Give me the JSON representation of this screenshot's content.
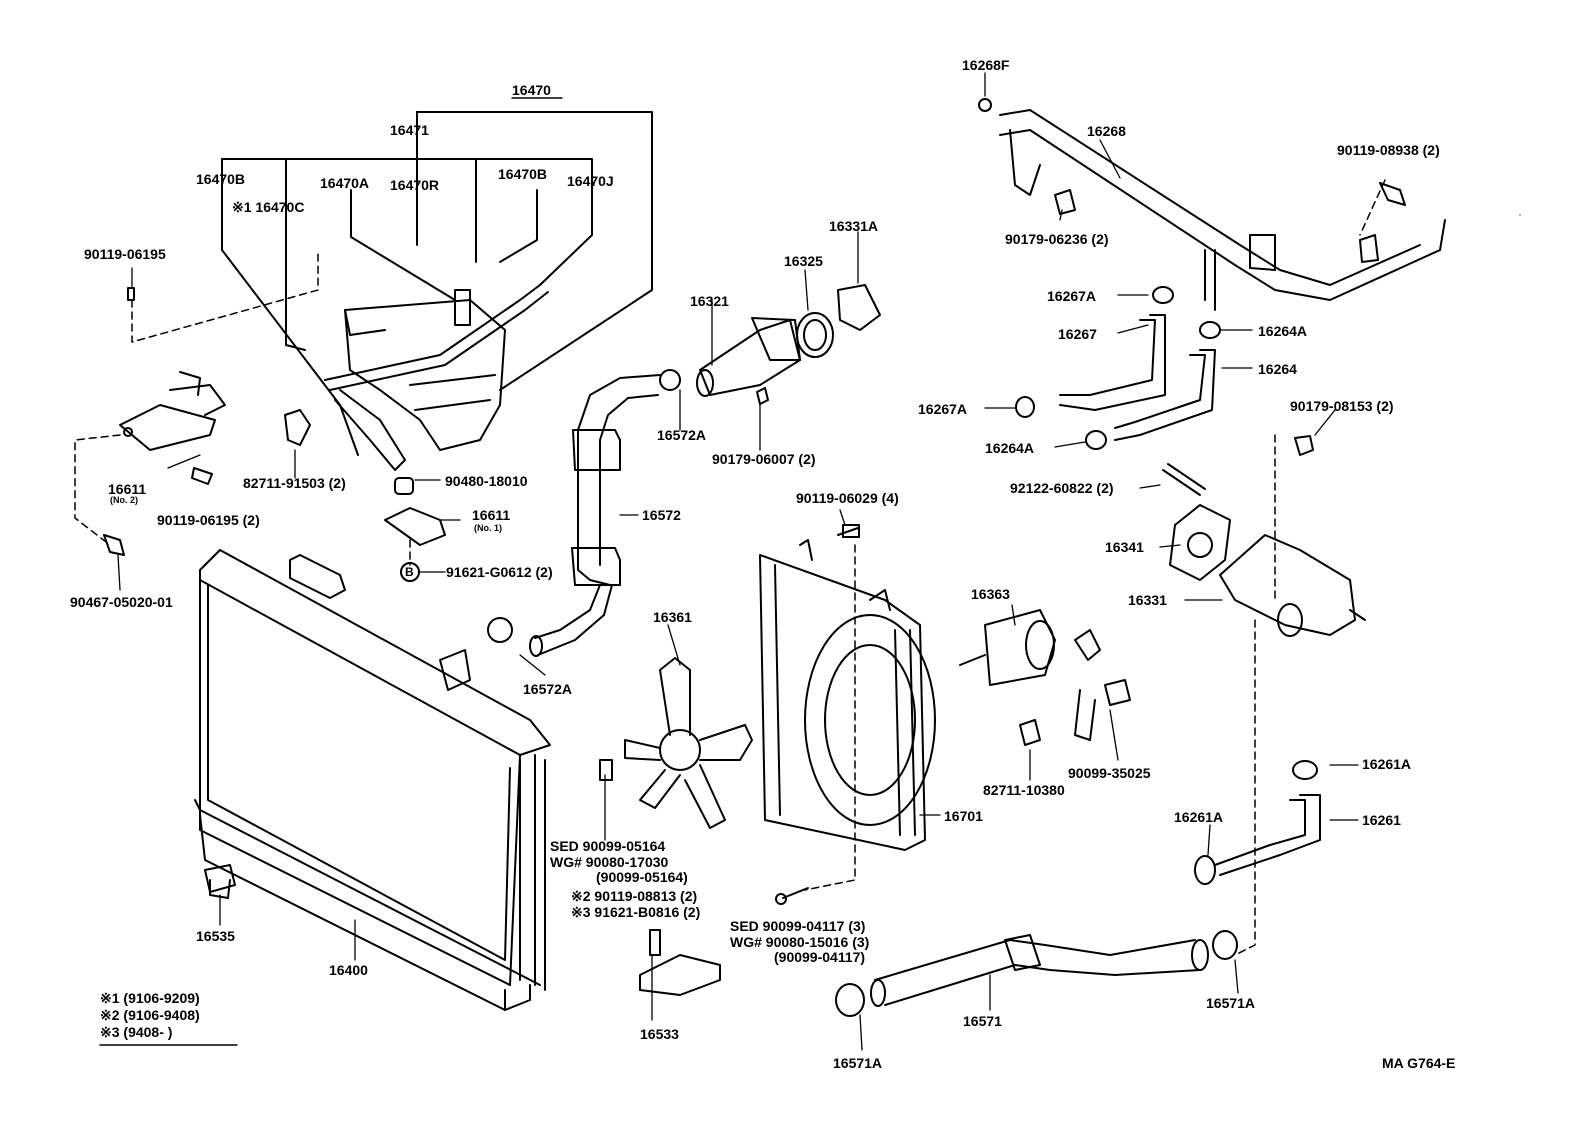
{
  "parts": {
    "p16470": "16470",
    "p16471": "16471",
    "p16470B_l": "16470B",
    "p16470A": "16470A",
    "p16470R": "16470R",
    "p16470B_r": "16470B",
    "p16470J": "16470J",
    "p16470C": "※1 16470C",
    "p90119_06195_t": "90119-06195",
    "p16611_2": "16611",
    "p16611_2_sub": "(No. 2)",
    "p90119_06195_b": "90119-06195 (2)",
    "p82711_91503": "82711-91503 (2)",
    "p90480": "90480-18010",
    "p16611_1": "16611",
    "p16611_1_sub": "(No. 1)",
    "p91621_g": "91621-G0612 (2)",
    "p90467": "90467-05020-01",
    "p16321": "16321",
    "p16325": "16325",
    "p16331A": "16331A",
    "p16572A_t": "16572A",
    "p90179_06007": "90179-06007 (2)",
    "p16572": "16572",
    "p16572A_b": "16572A",
    "p16361": "16361",
    "p90119_06029": "90119-06029 (4)",
    "p16363": "16363",
    "p82711_10380": "82711-10380",
    "p90099_35025": "90099-35025",
    "p16701": "16701",
    "p16268F": "16268F",
    "p16268": "16268",
    "p90179_06236": "90179-06236 (2)",
    "p90119_08938": "90119-08938 (2)",
    "p16267A_t": "16267A",
    "p16267": "16267",
    "p16264A_t": "16264A",
    "p16264": "16264",
    "p16267A_b": "16267A",
    "p16264A_b": "16264A",
    "p90179_08153": "90179-08153 (2)",
    "p92122": "92122-60822 (2)",
    "p16341": "16341",
    "p16331": "16331",
    "p16261A_r": "16261A",
    "p16261A_l": "16261A",
    "p16261": "16261",
    "p16571A_r": "16571A",
    "p16571": "16571",
    "p16571A_l": "16571A",
    "p16535": "16535",
    "p16400": "16400",
    "p16533": "16533",
    "p_sed1": "SED   90099-05164",
    "p_wg1": "WG#  90080-17030",
    "p_wg1b": "(90099-05164)",
    "p_x2": "※2  90119-08813 (2)",
    "p_x3": "※3  91621-B0816 (2)",
    "p_sed2": "SED   90099-04117 (3)",
    "p_wg2": "WG#  90080-15016 (3)",
    "p_wg2b": "(90099-04117)"
  },
  "legend": {
    "l1": "※1 (9106-9209)",
    "l2": "※2 (9106-9408)",
    "l3": "※3 (9408-        )"
  },
  "code": "MA G764-E"
}
